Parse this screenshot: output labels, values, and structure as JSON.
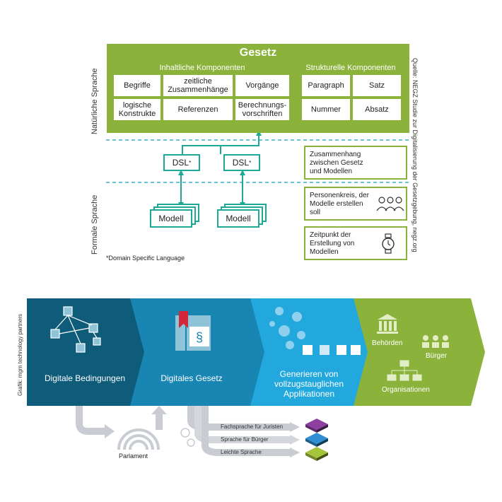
{
  "top": {
    "side_left_top": "Natürliche Sprache",
    "side_left_bottom": "Formale Sprache",
    "side_right": "Quelle: NEGZ Studie zur Digitalisierung der Gesetzgebung, negz.org",
    "panel": {
      "title": "Gesetz",
      "left_heading": "Inhaltliche Komponenten",
      "right_heading": "Strukturelle Komponenten",
      "left_items": [
        "Begriffe",
        "zeitliche Zusammenhänge",
        "Vorgänge",
        "logische Konstrukte",
        "Referenzen",
        "Berechnungs-vorschriften"
      ],
      "right_items": [
        "Paragraph",
        "Satz",
        "Nummer",
        "Absatz"
      ]
    },
    "dsl_label": "DSL",
    "dsl_sup": "*",
    "modell_label": "Modell",
    "legend_boxes": [
      "Zusammenhang zwischen Gesetz und Modellen",
      "Personenkreis, der Modelle erstellen soll",
      "Zeitpunkt der Erstellung von Modellen"
    ],
    "footnote": "*Domain Specific Language"
  },
  "bottom": {
    "credit": "Grafik: mgm technology partners",
    "stages": [
      {
        "label": "Digitale Bedingungen",
        "color": "#0e5b7a"
      },
      {
        "label": "Digitales Gesetz",
        "color": "#1885b3"
      },
      {
        "label": "Generieren von vollzugstauglichen Applikationen",
        "color": "#23a8dd"
      },
      {
        "label": "",
        "color": "#8bb33c"
      }
    ],
    "green_labels": [
      "Behörden",
      "Bürger",
      "Organisationen"
    ],
    "parlament": "Parlament",
    "outputs": [
      "Fachsprache für Juristen",
      "Sprache für Bürger",
      "Leichte Sprache"
    ]
  }
}
